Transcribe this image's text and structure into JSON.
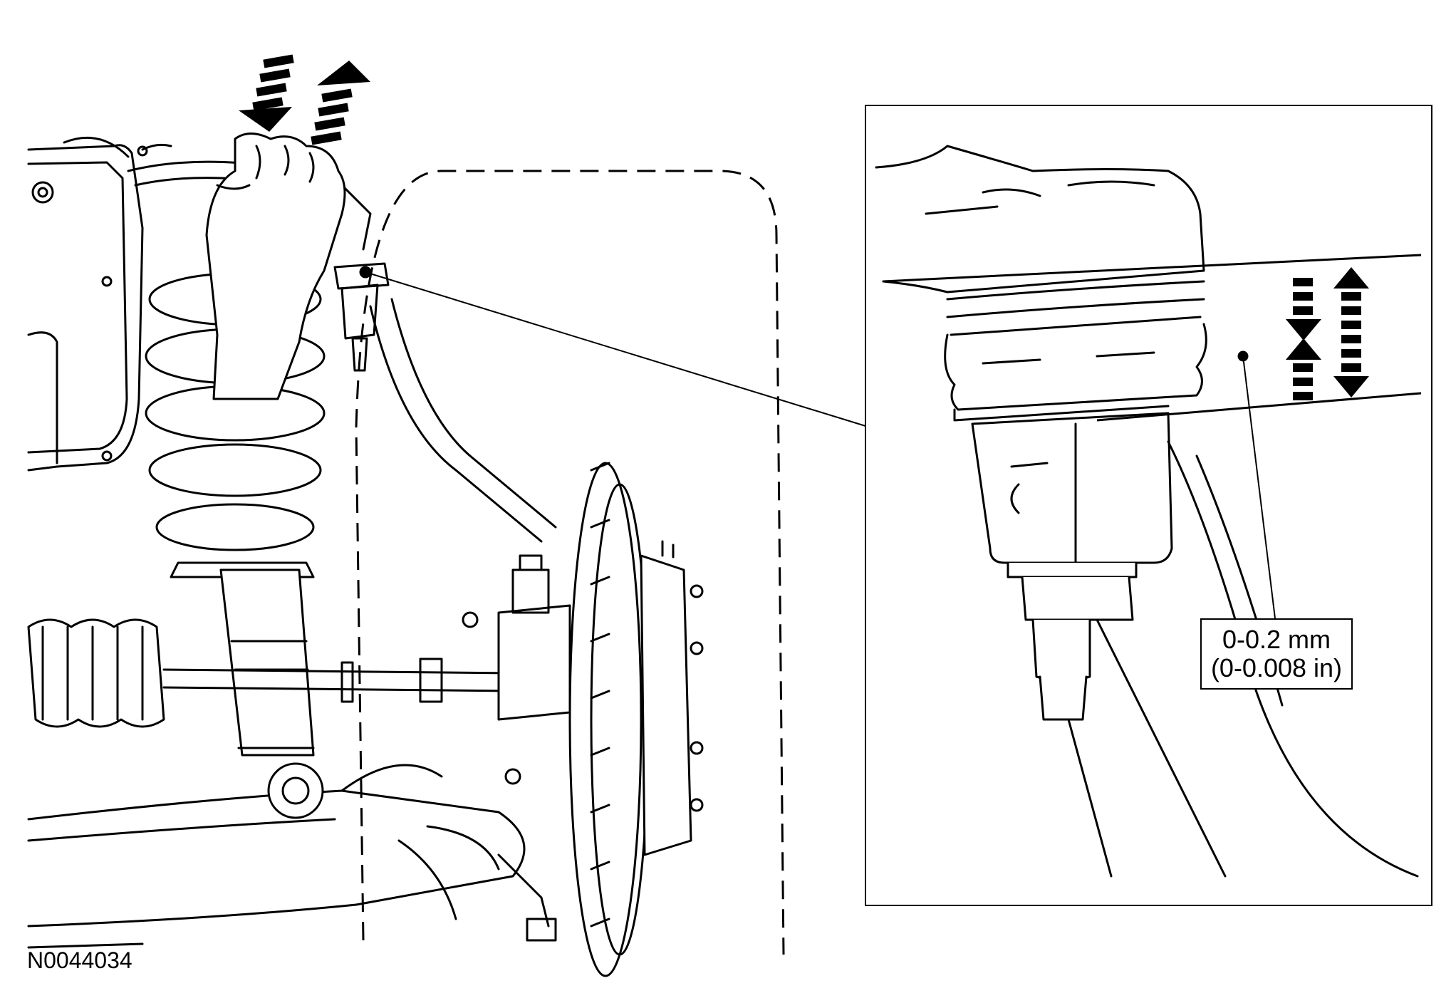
{
  "figure": {
    "id": "N0044034"
  },
  "callout": {
    "line1": "0-0.2 mm",
    "line2": "(0-0.008 in)"
  },
  "icons": {
    "motion_arrows_hand": "up-down-dashed-arrows-icon",
    "motion_arrows_detail": "up-down-dashed-arrows-icon"
  },
  "colors": {
    "ink": "#000000",
    "paper": "#ffffff"
  }
}
